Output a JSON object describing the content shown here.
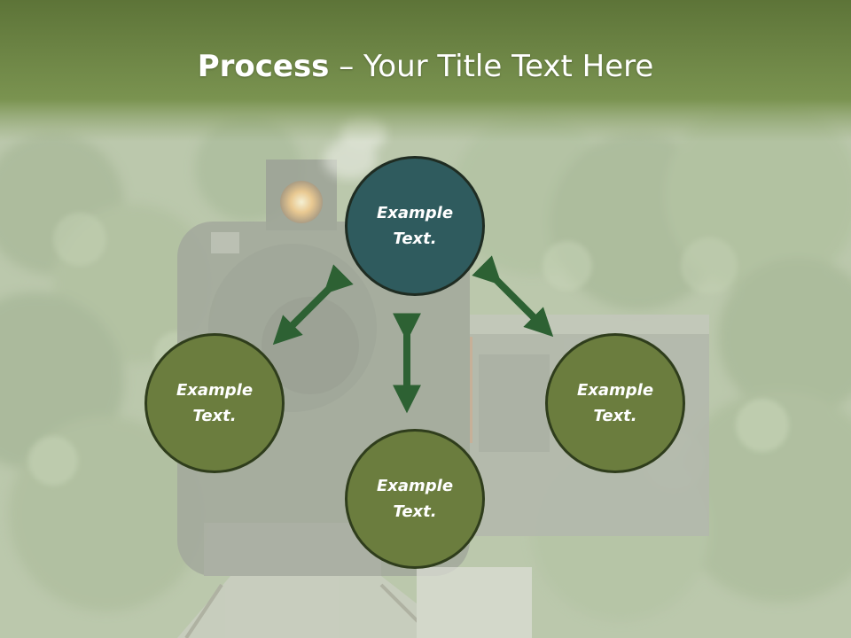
{
  "title": {
    "bold": "Process",
    "rest": " – Your Title Text Here"
  },
  "colors": {
    "header_top": "#5e7538",
    "header_bottom": "#7a9350",
    "node_fill_center": "#2f5b5e",
    "node_fill_outer": "#6b7d3e",
    "node_border": "#2f3d1c",
    "arrow": "#2d6133",
    "foliage": "#7f9868"
  },
  "nodes": [
    {
      "id": "top",
      "label": "Example\nText."
    },
    {
      "id": "left",
      "label": "Example\nText."
    },
    {
      "id": "right",
      "label": "Example\nText."
    },
    {
      "id": "bottom",
      "label": "Example\nText."
    }
  ]
}
